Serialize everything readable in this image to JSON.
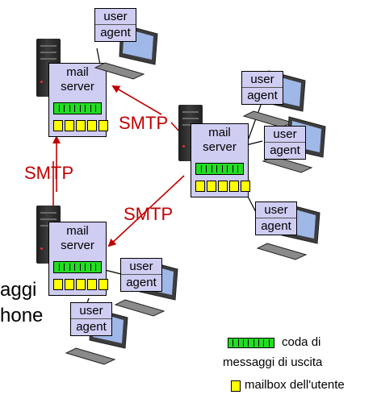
{
  "mail_server_label": {
    "line1": "mail",
    "line2": "server"
  },
  "user_agent_label": {
    "line1": "user",
    "line2": "agent"
  },
  "protocol_labels": [
    "SMTP",
    "SMTP",
    "SMTP"
  ],
  "side_text_fragments": [
    "aggi",
    "hone"
  ],
  "legend": {
    "queue_text_line1": "coda di",
    "queue_text_line2": "messaggi di uscita",
    "mailbox_text": "mailbox dell'utente"
  },
  "colors": {
    "box_fill": "#cfcdf2",
    "queue_green": "#22dd22",
    "mailbox_yellow": "#ffff00",
    "arrow_red": "#c00000"
  }
}
